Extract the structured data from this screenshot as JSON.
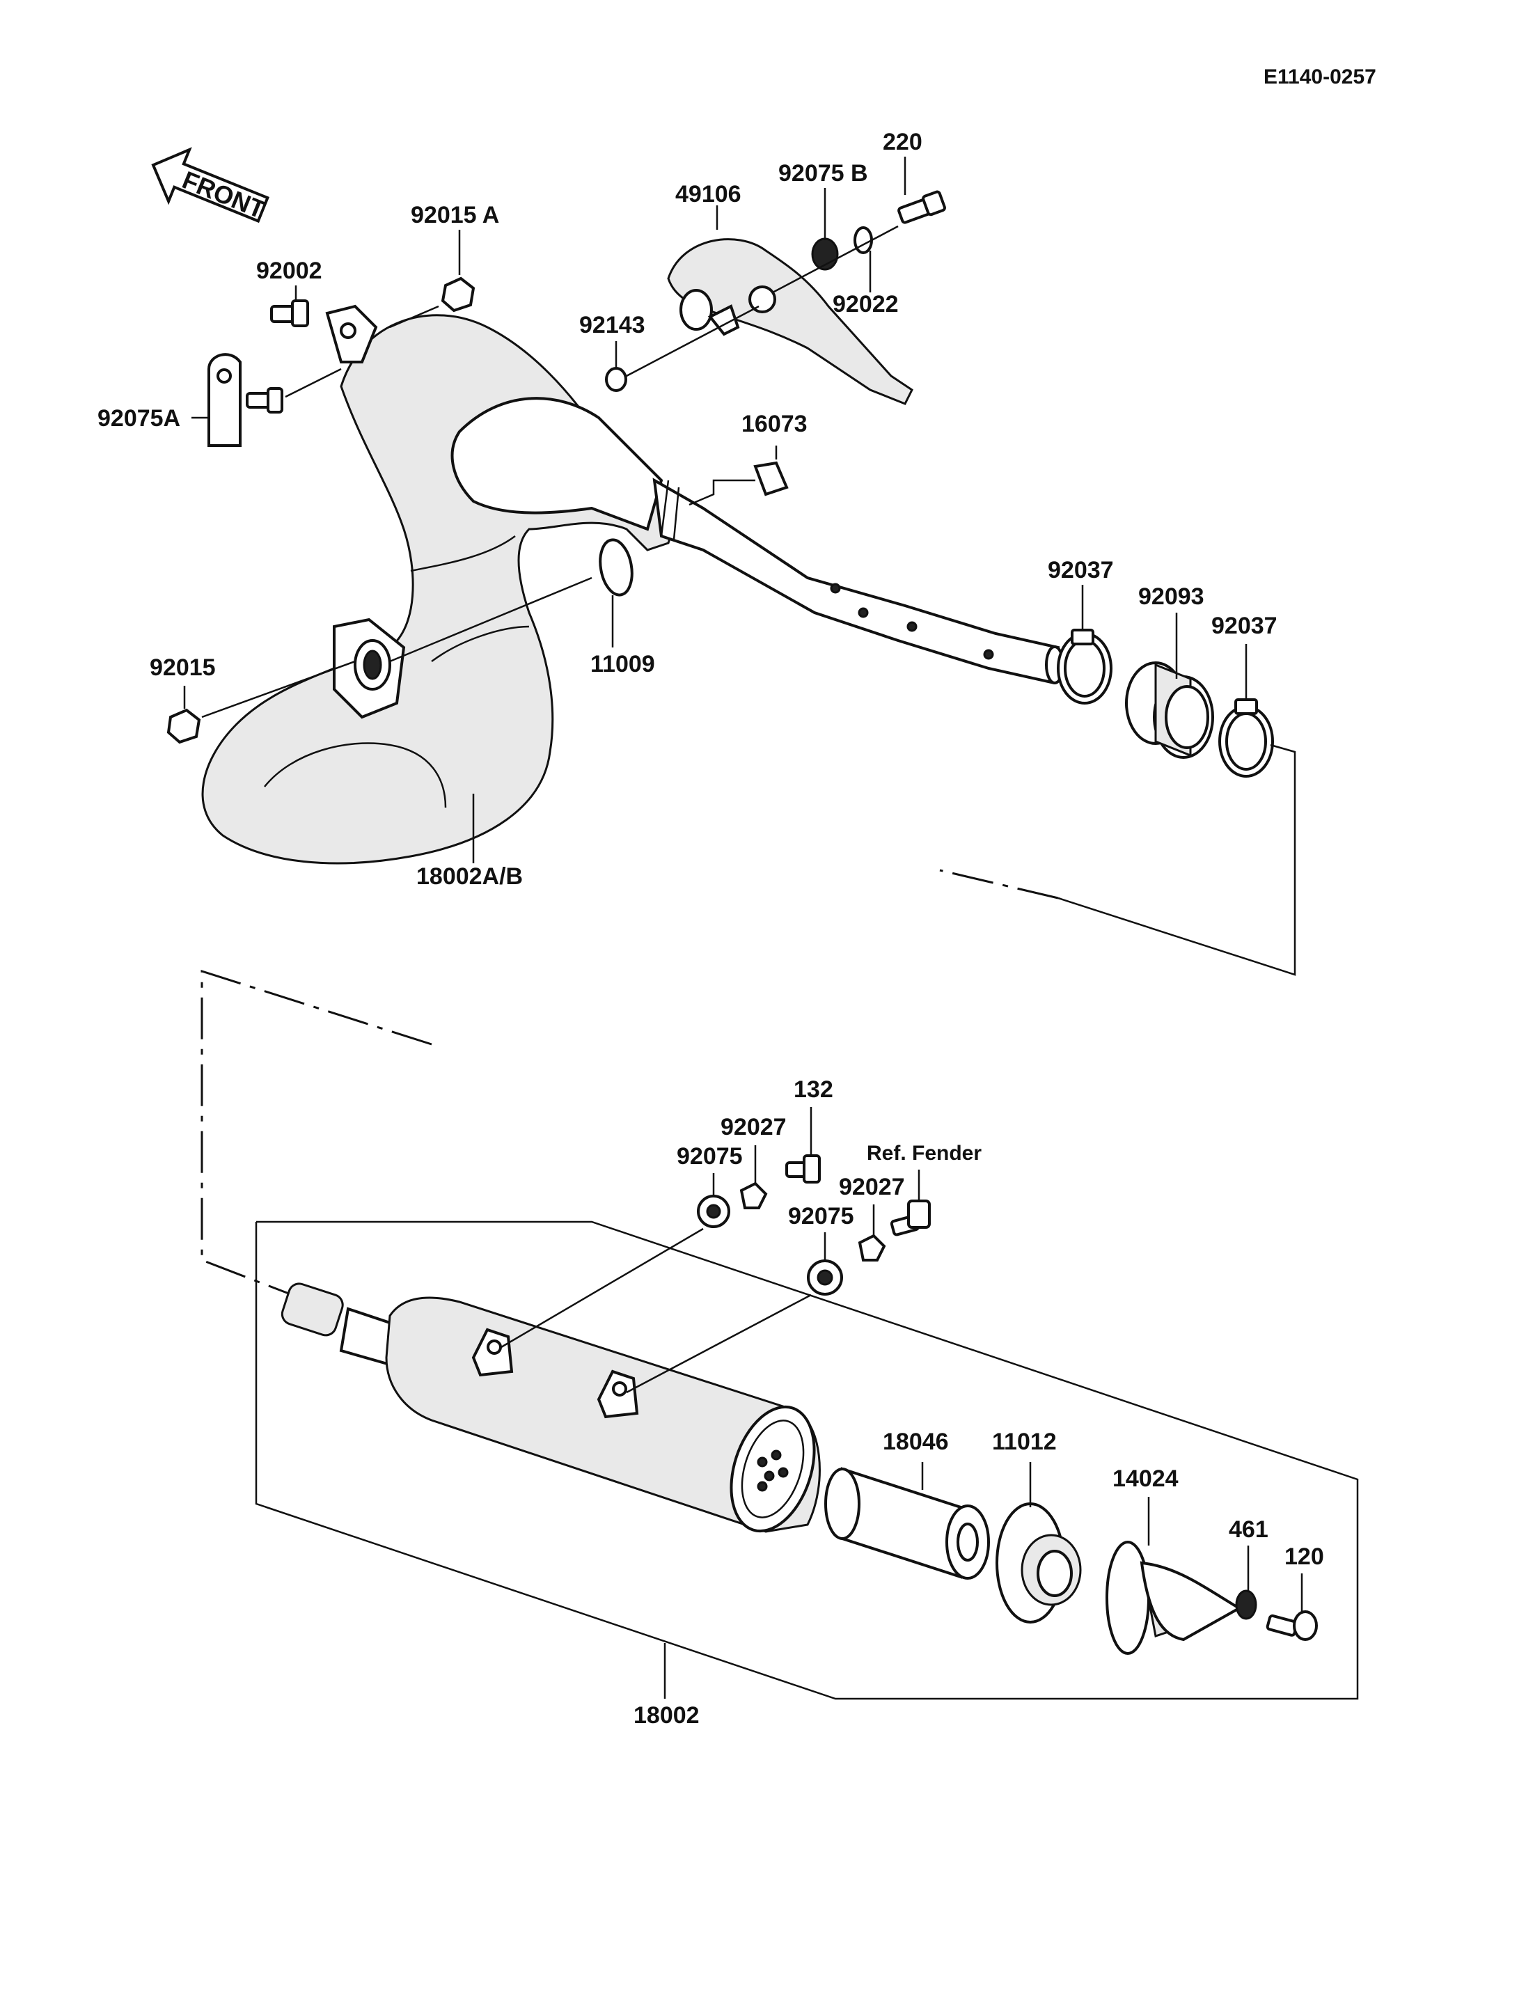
{
  "diagram": {
    "code": "E1140-0257",
    "front_label": "FRONT",
    "labels": {
      "p220": "220",
      "p92075B": "92075 B",
      "p49106": "49106",
      "p92015A": "92015 A",
      "p92002": "92002",
      "p92022": "92022",
      "p92143": "92143",
      "p92075A": "92075A",
      "p16073": "16073",
      "p92037a": "92037",
      "p92093": "92093",
      "p92037b": "92037",
      "p92015": "92015",
      "p11009": "11009",
      "p18002AB": "18002A/B",
      "p132": "132",
      "p92027a": "92027",
      "p92075a": "92075",
      "ref_fender": "Ref. Fender",
      "p92027b": "92027",
      "p92075b": "92075",
      "p18046": "18046",
      "p11012": "11012",
      "p14024": "14024",
      "p461": "461",
      "p120": "120",
      "p18002": "18002"
    }
  }
}
